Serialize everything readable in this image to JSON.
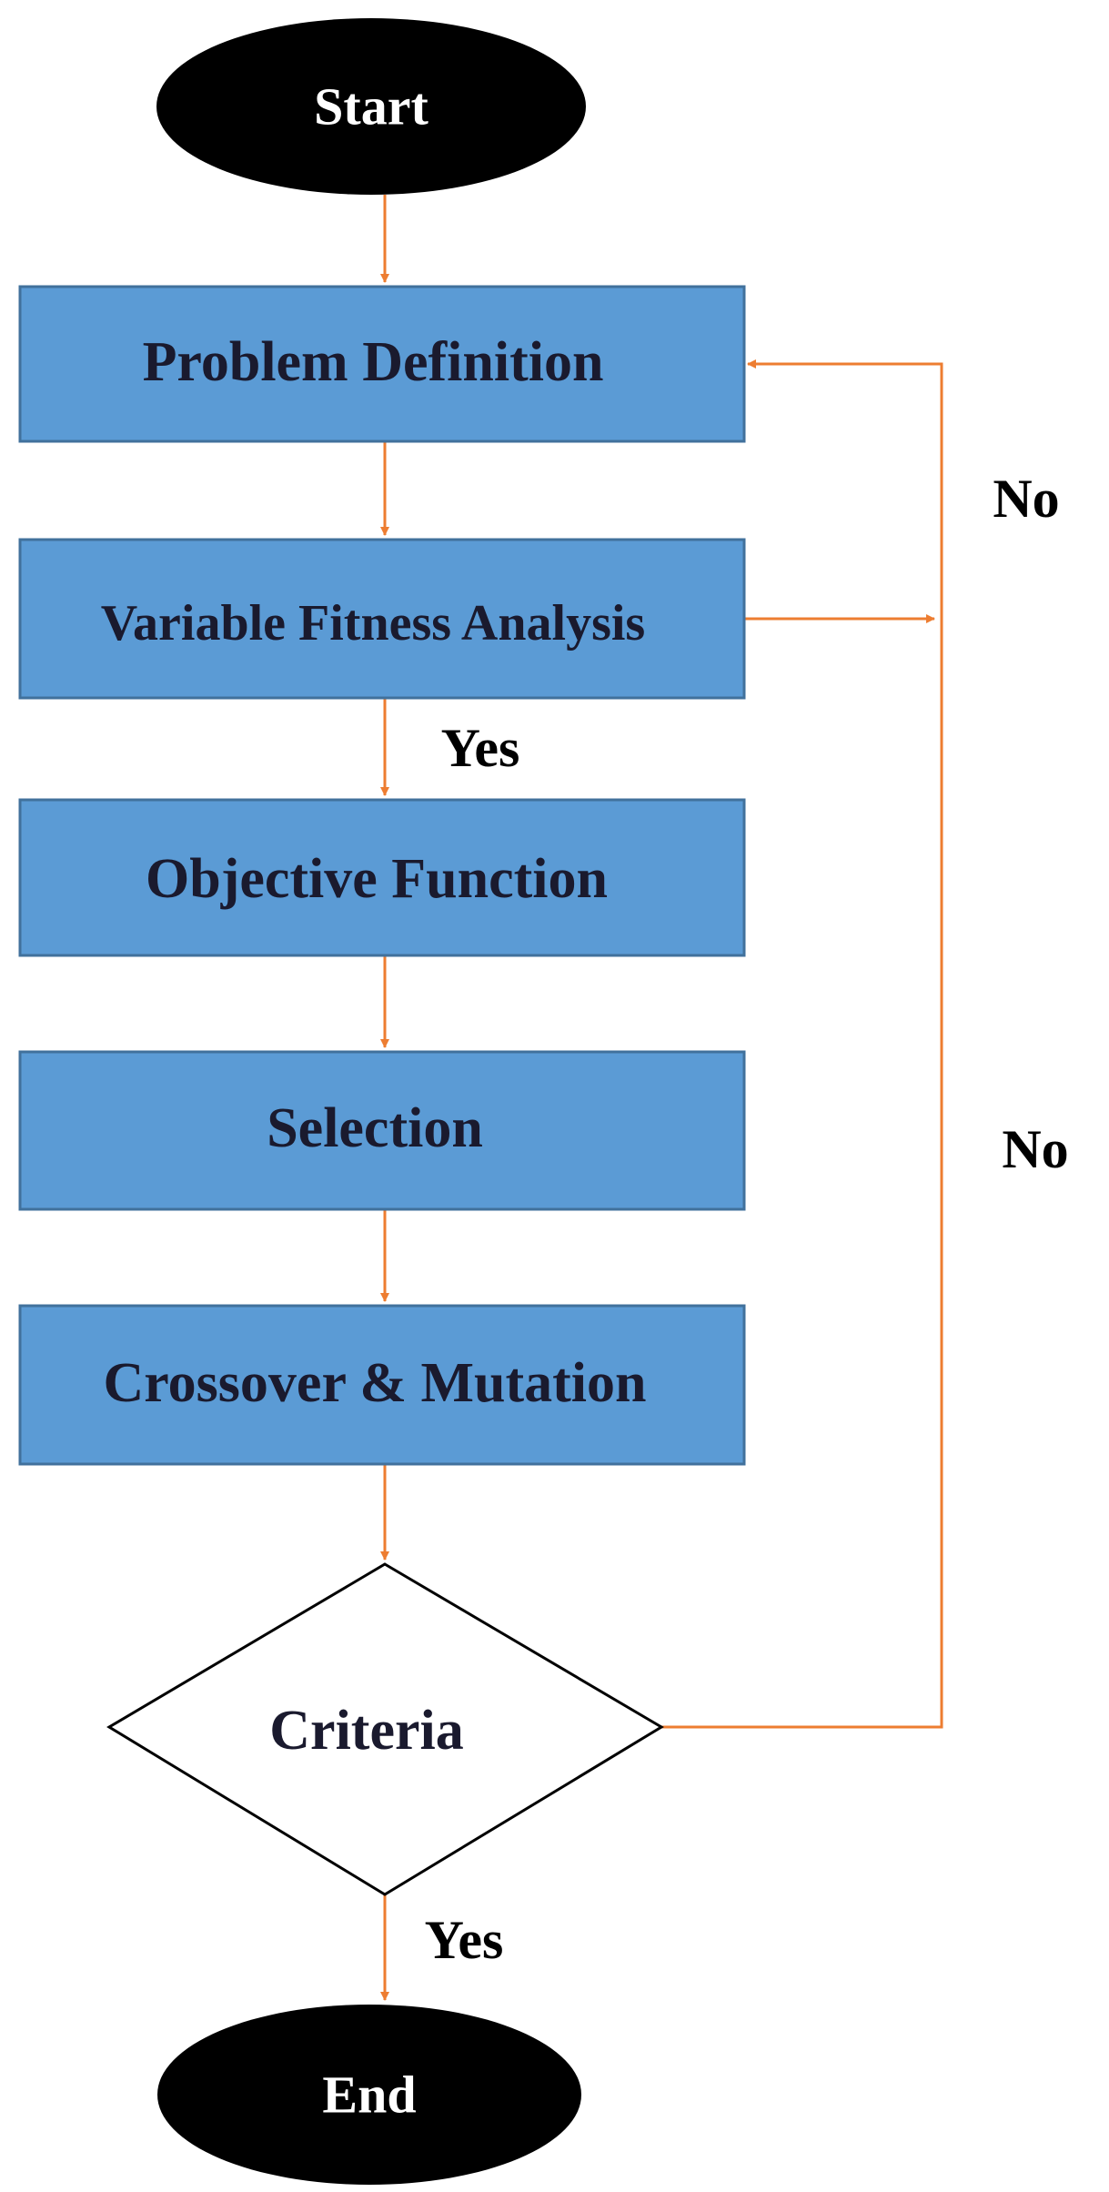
{
  "colors": {
    "process_fill": "#5b9bd5",
    "process_stroke": "#41719c",
    "terminal_fill": "#000000",
    "connector": "#ed7d31",
    "decision_fill": "#ffffff",
    "decision_stroke": "#000000"
  },
  "nodes": {
    "start": "Start",
    "problem_definition": "Problem Definition",
    "variable_fitness_analysis": "Variable Fitness Analysis",
    "objective_function": "Objective Function",
    "selection": "Selection",
    "crossover_mutation": "Crossover & Mutation",
    "criteria": "Criteria",
    "end": "End"
  },
  "edge_labels": {
    "fitness_yes": "Yes",
    "fitness_no": "No",
    "criteria_no": "No",
    "criteria_yes": "Yes"
  }
}
